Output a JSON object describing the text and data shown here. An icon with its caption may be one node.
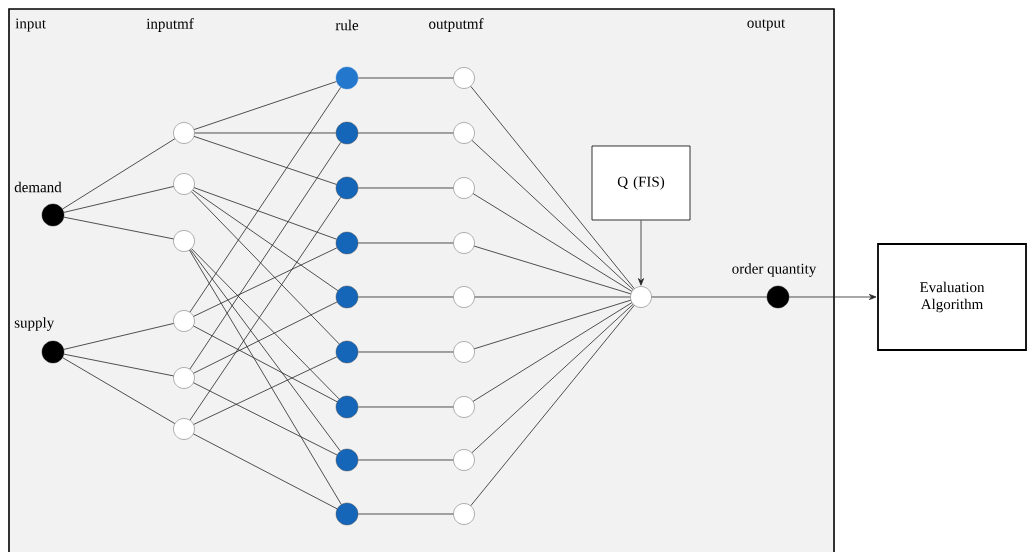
{
  "diagram": {
    "nodes": [
      {
        "text": [
          "demand"
        ]
      },
      {
        "text": [
          "supply"
        ]
      },
      {
        "text": [],
        "shape": "circle"
      },
      {
        "text": [],
        "shape": "circle"
      },
      {
        "text": [],
        "shape": "circle"
      },
      {
        "text": [],
        "shape": "circle"
      },
      {
        "text": [],
        "shape": "circle"
      },
      {
        "text": [],
        "shape": "circle"
      },
      {
        "text": [],
        "shape": "circle"
      },
      {
        "text": [],
        "shape": "circle"
      },
      {
        "text": [],
        "shape": "circle"
      },
      {
        "text": [],
        "shape": "circle"
      },
      {
        "text": [],
        "shape": "circle"
      },
      {
        "text": [],
        "shape": "circle"
      },
      {
        "text": [],
        "shape": "circle"
      },
      {
        "text": [],
        "shape": "circle"
      },
      {
        "text": [],
        "shape": "circle"
      },
      {
        "text": [],
        "shape": "circle"
      },
      {
        "text": [],
        "shape": "circle"
      },
      {
        "text": [],
        "shape": "circle"
      },
      {
        "text": [],
        "shape": "circle"
      },
      {
        "text": [],
        "shape": "circle"
      },
      {
        "text": [],
        "shape": "circle"
      },
      {
        "text": [],
        "shape": "circle"
      },
      {
        "text": [],
        "shape": "circle"
      },
      {
        "text": [],
        "shape": "circle"
      },
      {
        "text": [],
        "shape": "circle"
      },
      {
        "text": [
          "Q (FIS)"
        ]
      },
      {
        "text": [
          "order quantity"
        ]
      },
      {
        "text": [
          "Evaluation Algorithm"
        ]
      }
    ],
    "edges": [
      {
        "from": 0,
        "to": 2,
        "arrow": "none"
      },
      {
        "from": 0,
        "to": 3,
        "arrow": "none"
      },
      {
        "from": 0,
        "to": 4,
        "arrow": "none"
      },
      {
        "from": 1,
        "to": 5,
        "arrow": "none"
      },
      {
        "from": 1,
        "to": 6,
        "arrow": "none"
      },
      {
        "from": 1,
        "to": 7,
        "arrow": "none"
      },
      {
        "from": 2,
        "to": 8,
        "arrow": "none"
      },
      {
        "from": 2,
        "to": 9,
        "arrow": "none"
      },
      {
        "from": 2,
        "to": 10,
        "arrow": "none"
      },
      {
        "from": 3,
        "to": 11,
        "arrow": "none"
      },
      {
        "from": 3,
        "to": 12,
        "arrow": "none"
      },
      {
        "from": 3,
        "to": 13,
        "arrow": "none"
      },
      {
        "from": 4,
        "to": 14,
        "arrow": "none"
      },
      {
        "from": 4,
        "to": 15,
        "arrow": "none"
      },
      {
        "from": 4,
        "to": 16,
        "arrow": "none"
      },
      {
        "from": 5,
        "to": 8,
        "arrow": "none"
      },
      {
        "from": 5,
        "to": 11,
        "arrow": "none"
      },
      {
        "from": 5,
        "to": 14,
        "arrow": "none"
      },
      {
        "from": 6,
        "to": 9,
        "arrow": "none"
      },
      {
        "from": 6,
        "to": 12,
        "arrow": "none"
      },
      {
        "from": 6,
        "to": 15,
        "arrow": "none"
      },
      {
        "from": 7,
        "to": 10,
        "arrow": "none"
      },
      {
        "from": 7,
        "to": 13,
        "arrow": "none"
      },
      {
        "from": 7,
        "to": 16,
        "arrow": "none"
      },
      {
        "from": 8,
        "to": 17,
        "arrow": "none"
      },
      {
        "from": 9,
        "to": 18,
        "arrow": "none"
      },
      {
        "from": 10,
        "to": 19,
        "arrow": "none"
      },
      {
        "from": 11,
        "to": 20,
        "arrow": "none"
      },
      {
        "from": 12,
        "to": 21,
        "arrow": "none"
      },
      {
        "from": 13,
        "to": 22,
        "arrow": "none"
      },
      {
        "from": 14,
        "to": 23,
        "arrow": "none"
      },
      {
        "from": 15,
        "to": 24,
        "arrow": "none"
      },
      {
        "from": 16,
        "to": 25,
        "arrow": "none"
      },
      {
        "from": 17,
        "to": 26,
        "arrow": "none"
      },
      {
        "from": 18,
        "to": 26,
        "arrow": "none"
      },
      {
        "from": 19,
        "to": 26,
        "arrow": "none"
      },
      {
        "from": 20,
        "to": 26,
        "arrow": "none"
      },
      {
        "from": 21,
        "to": 26,
        "arrow": "none"
      },
      {
        "from": 22,
        "to": 26,
        "arrow": "none"
      },
      {
        "from": 23,
        "to": 26,
        "arrow": "none"
      },
      {
        "from": 24,
        "to": 26,
        "arrow": "none"
      },
      {
        "from": 25,
        "to": 26,
        "arrow": "none"
      },
      {
        "from": 27,
        "to": 26,
        "arrow": "to"
      },
      {
        "from": 26,
        "to": 28,
        "arrow": "none"
      },
      {
        "from": 28,
        "to": 29,
        "arrow": "to"
      }
    ],
    "labels": [
      "input",
      "inputmf",
      "rule",
      "outputmf",
      "output"
    ]
  }
}
